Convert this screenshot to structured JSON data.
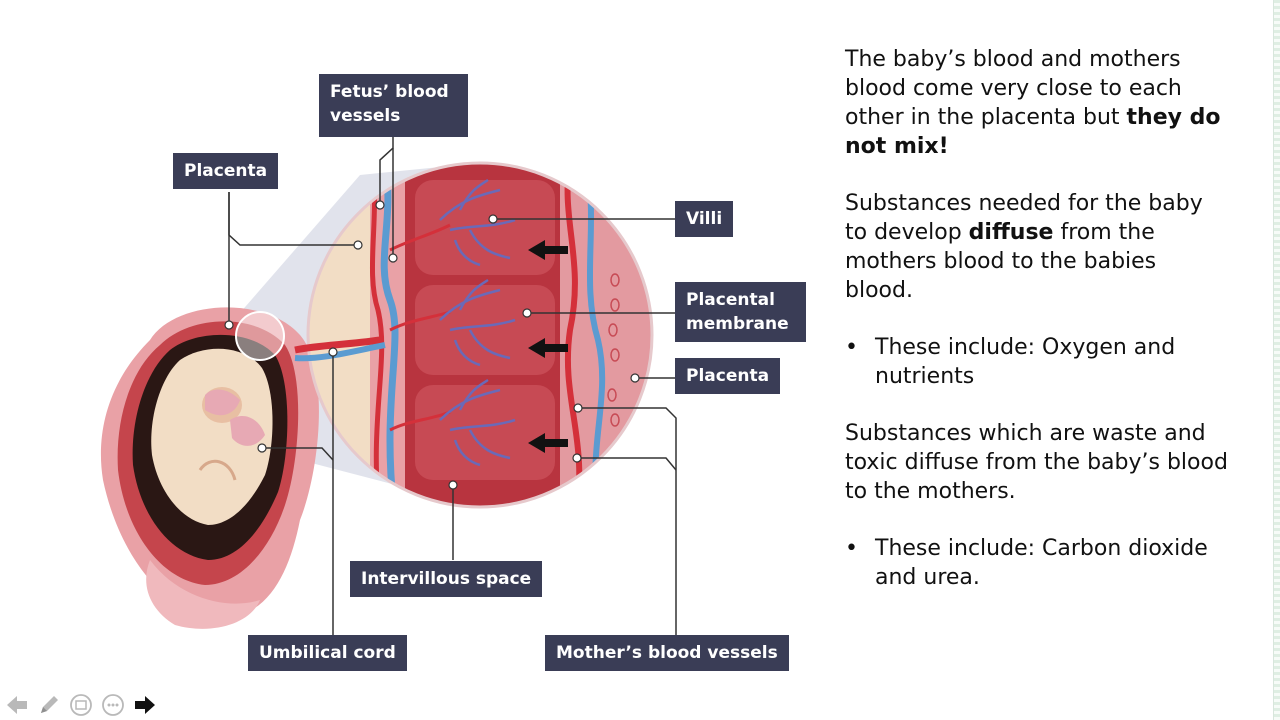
{
  "diagram": {
    "labels": {
      "fetus_vessels": "Fetus’ blood vessels",
      "placenta_left": "Placenta",
      "villi": "Villi",
      "placental_membrane": "Placental membrane",
      "placenta_right": "Placenta",
      "intervillous_space": "Intervillous space",
      "umbilical_cord": "Umbilical cord",
      "mothers_vessels": "Mother’s blood vessels"
    },
    "colors": {
      "label_bg": "#3a3d56",
      "tissue_red": "#b8343f",
      "tissue_pink": "#e9a1a6",
      "vessel_blue": "#5b9bd1",
      "skin": "#f2ddc5"
    }
  },
  "text": {
    "p1_a": "The baby’s blood and mothers blood come very close to each other in the placenta but ",
    "p1_b": "they do not mix!",
    "p2_a": "Substances needed for the baby to develop ",
    "p2_b": "diffuse",
    "p2_c": " from the mothers blood to the babies blood.",
    "b1": "These include: Oxygen and nutrients",
    "p3": "Substances which are waste and toxic diffuse from the baby’s blood to the mothers.",
    "b2": "These include: Carbon dioxide and urea.",
    "bullet_char": "•"
  },
  "nav": {
    "icons": [
      "arrow-left-icon",
      "pen-icon",
      "slide-menu-icon",
      "more-options-icon",
      "arrow-right-icon"
    ]
  }
}
